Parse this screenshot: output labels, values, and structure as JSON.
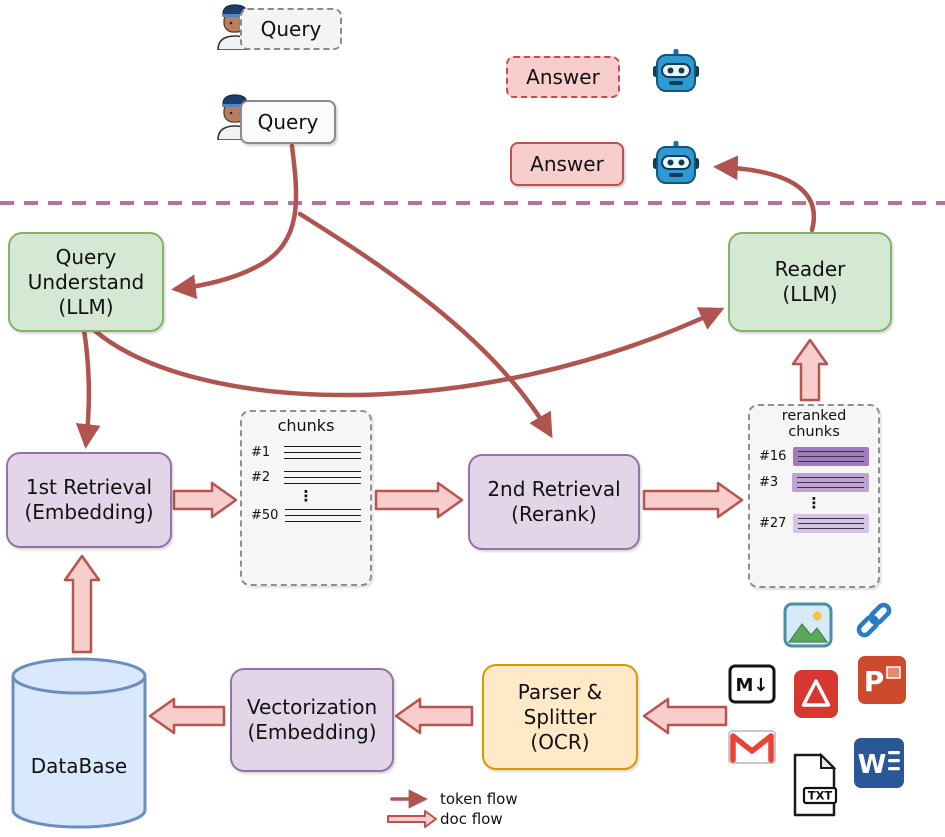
{
  "user_flow": {
    "query_draft": "Query",
    "query_final": "Query",
    "answer_draft": "Answer",
    "answer_final": "Answer"
  },
  "nodes": {
    "query_understand": {
      "lines": [
        "Query",
        "Understand",
        "(LLM)"
      ]
    },
    "reader": {
      "lines": [
        "Reader",
        "(LLM)"
      ]
    },
    "first_retrieval": {
      "lines": [
        "1st Retrieval",
        "(Embedding)"
      ]
    },
    "second_retrieval": {
      "lines": [
        "2nd Retrieval",
        "(Rerank)"
      ]
    },
    "vectorization": {
      "lines": [
        "Vectorization",
        "(Embedding)"
      ]
    },
    "parser": {
      "lines": [
        "Parser &",
        "Splitter",
        "(OCR)"
      ]
    },
    "database": {
      "label": "DataBase"
    }
  },
  "chunks_panel": {
    "title": "chunks",
    "items": [
      "#1",
      "#2",
      "⋮",
      "#50"
    ]
  },
  "reranked_panel": {
    "title_line1": "reranked",
    "title_line2": "chunks",
    "items": [
      "#16",
      "#3",
      "⋮",
      "#27"
    ]
  },
  "legend": {
    "token_flow": "token flow",
    "doc_flow": "doc flow"
  },
  "icons": {
    "markdown_label": "M↓",
    "txt_label": "TXT",
    "powerpoint_label": "P",
    "word_label": "W"
  },
  "colors": {
    "token_arrow": "#b05450",
    "doc_arrow_fill": "#f8cecc",
    "doc_arrow_border": "#b85450",
    "llm_node_fill": "#d5e8d4",
    "llm_node_border": "#82b366",
    "retrieval_node_fill": "#e1d5e7",
    "retrieval_node_border": "#9673a6",
    "parser_node_fill": "#ffe9c6",
    "parser_node_border": "#d79b00",
    "database_fill": "#dae8fc",
    "database_border": "#6c8ebf",
    "answer_fill": "#f8cecc",
    "answer_border": "#c0504d",
    "separator": "#b5739d",
    "rerank_highlights": [
      "#a07cba",
      "#bfa3d3",
      "#d5c5e2"
    ]
  }
}
